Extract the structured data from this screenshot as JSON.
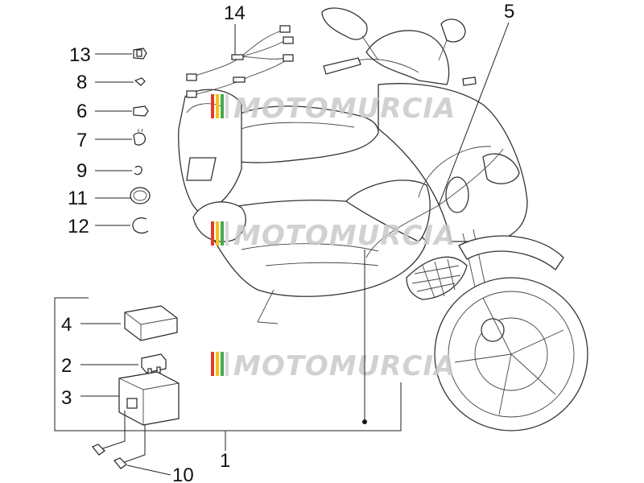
{
  "callouts": {
    "c1": "1",
    "c2": "2",
    "c3": "3",
    "c4": "4",
    "c5": "5",
    "c6": "6",
    "c7": "7",
    "c8": "8",
    "c9": "9",
    "c10": "10",
    "c11": "11",
    "c12": "12",
    "c13": "13",
    "c14": "14"
  },
  "watermark": {
    "text": "MOTOMURCIA",
    "stripe_colors": [
      "#e23b2e",
      "#f3c316",
      "#4aa84a",
      "#d9d9d9"
    ]
  },
  "colors": {
    "line": "#222222",
    "background": "#ffffff"
  }
}
